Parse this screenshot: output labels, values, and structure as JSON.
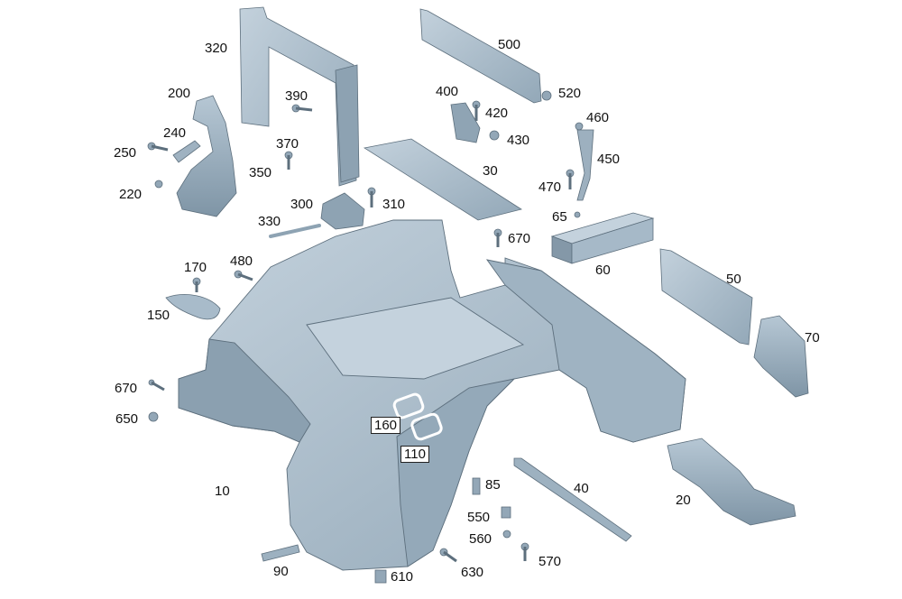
{
  "diagram": {
    "callouts": {
      "c320": "320",
      "c500": "500",
      "c200": "200",
      "c390": "390",
      "c400": "400",
      "c520": "520",
      "c420": "420",
      "c460": "460",
      "c240": "240",
      "c370": "370",
      "c430": "430",
      "c250": "250",
      "c450": "450",
      "c30": "30",
      "c350": "350",
      "c470": "470",
      "c220": "220",
      "c300": "300",
      "c310": "310",
      "c65": "65",
      "c330": "330",
      "c670a": "670",
      "c60": "60",
      "c170": "170",
      "c480": "480",
      "c50": "50",
      "c150": "150",
      "c70": "70",
      "c670b": "670",
      "c650": "650",
      "c160": "160",
      "c110": "110",
      "c10": "10",
      "c85": "85",
      "c40": "40",
      "c550": "550",
      "c20": "20",
      "c560": "560",
      "c570": "570",
      "c90": "90",
      "c610": "610",
      "c630": "630"
    },
    "colors": {
      "part_fill": "#a9bccb",
      "part_shade": "#8599a9",
      "part_dark": "#6f8494",
      "part_light": "#c6d4df",
      "outline": "#5d6f7d"
    }
  }
}
